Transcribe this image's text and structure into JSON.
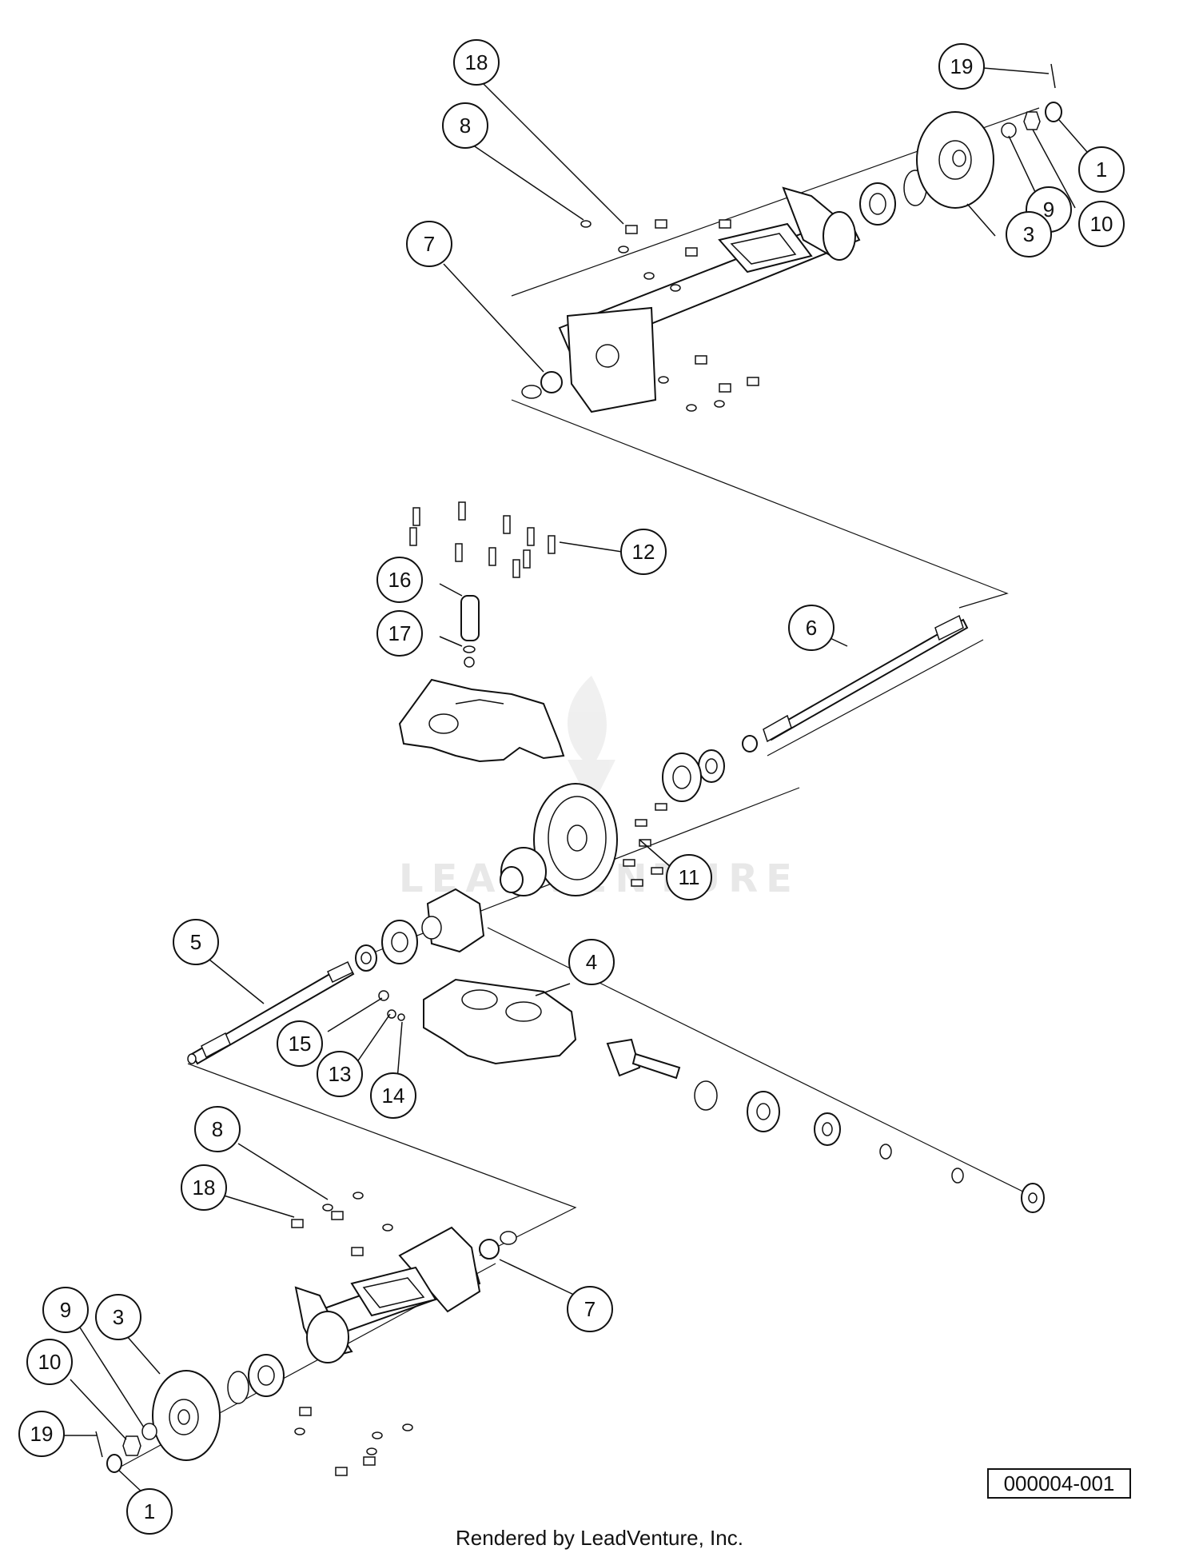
{
  "diagram": {
    "reference_number": "000004-001",
    "footer_text": "Rendered by LeadVenture, Inc.",
    "watermark_text": "LEADVENTURE",
    "callouts": [
      {
        "id": "c18-top",
        "label": "18"
      },
      {
        "id": "c8-top",
        "label": "8"
      },
      {
        "id": "c7-top",
        "label": "7"
      },
      {
        "id": "c19-top",
        "label": "19"
      },
      {
        "id": "c1-top",
        "label": "1"
      },
      {
        "id": "c9-top",
        "label": "9"
      },
      {
        "id": "c10-top",
        "label": "10"
      },
      {
        "id": "c3-top",
        "label": "3"
      },
      {
        "id": "c12",
        "label": "12"
      },
      {
        "id": "c16",
        "label": "16"
      },
      {
        "id": "c17",
        "label": "17"
      },
      {
        "id": "c6",
        "label": "6"
      },
      {
        "id": "c11",
        "label": "11"
      },
      {
        "id": "c5",
        "label": "5"
      },
      {
        "id": "c4",
        "label": "4"
      },
      {
        "id": "c15",
        "label": "15"
      },
      {
        "id": "c13",
        "label": "13"
      },
      {
        "id": "c14",
        "label": "14"
      },
      {
        "id": "c8-bottom",
        "label": "8"
      },
      {
        "id": "c18-bottom",
        "label": "18"
      },
      {
        "id": "c7-bottom",
        "label": "7"
      },
      {
        "id": "c9-bottom",
        "label": "9"
      },
      {
        "id": "c3-bottom",
        "label": "3"
      },
      {
        "id": "c10-bottom",
        "label": "10"
      },
      {
        "id": "c19-bottom",
        "label": "19"
      },
      {
        "id": "c1-bottom",
        "label": "1"
      }
    ]
  }
}
